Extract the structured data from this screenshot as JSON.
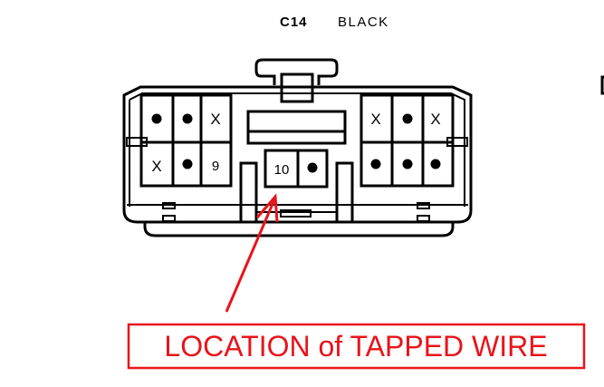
{
  "header": {
    "connector_id": "C14",
    "color_name": "BLACK"
  },
  "cavities": {
    "left_top": [
      "dot",
      "dot",
      "X"
    ],
    "left_bottom": [
      "X",
      "dot",
      "9"
    ],
    "center": [
      "10",
      "dot"
    ],
    "right_top": [
      "X",
      "dot",
      "X"
    ],
    "right_bottom": [
      "dot",
      "dot",
      "dot"
    ]
  },
  "callout": {
    "label": "LOCATION of TAPPED WIRE",
    "color": "#e8141b"
  }
}
